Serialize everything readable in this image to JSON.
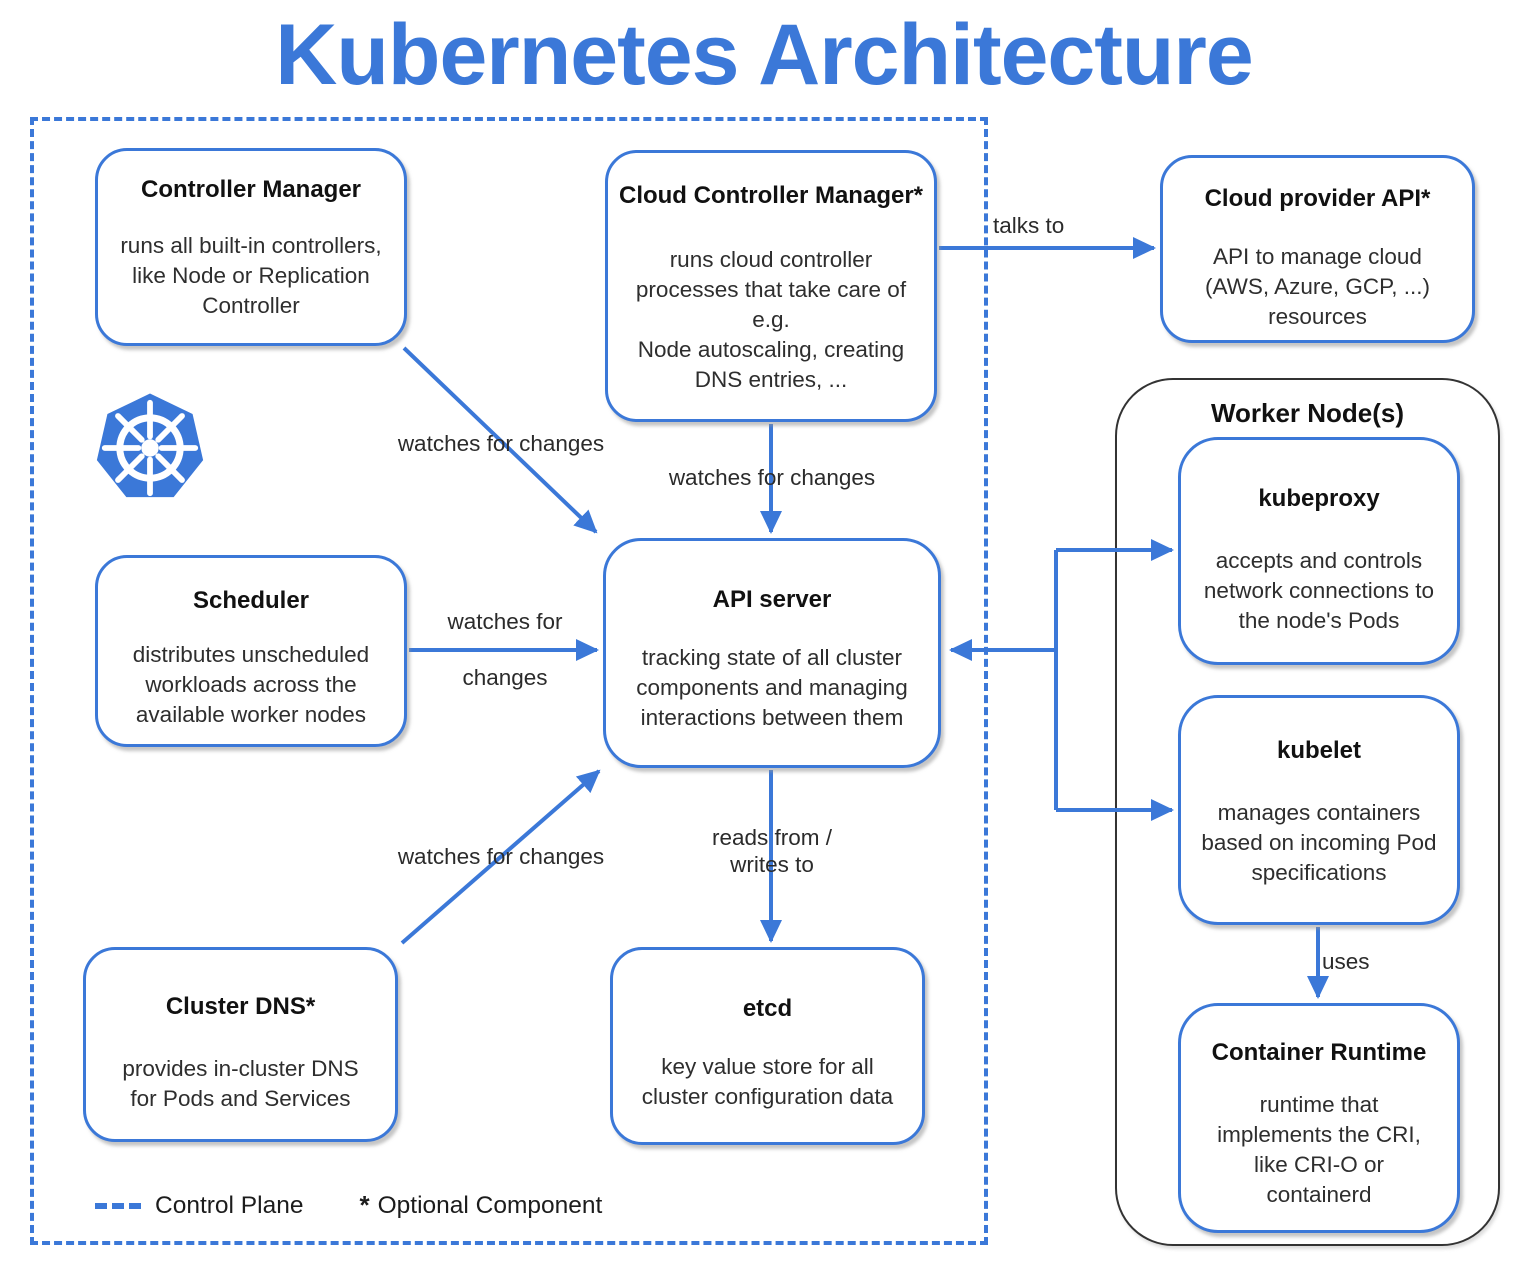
{
  "title": "Kubernetes Architecture",
  "colors": {
    "accent": "#3b78d8",
    "box_border": "#3b78d8",
    "worker_border": "#333333",
    "text": "#2e2e2e"
  },
  "icons": {
    "kubernetes_logo": "kubernetes-ship-wheel-heptagon"
  },
  "nodes": {
    "controller_manager": {
      "title": "Controller Manager",
      "body": "runs all built-in controllers,\nlike Node or Replication\nController"
    },
    "cloud_controller_manager": {
      "title": "Cloud Controller Manager*",
      "body": "runs cloud controller\nprocesses that take care of\ne.g.\nNode autoscaling, creating\nDNS entries, ..."
    },
    "cloud_provider_api": {
      "title": "Cloud provider API*",
      "body": "API to manage cloud\n(AWS, Azure, GCP, ...)\nresources"
    },
    "scheduler": {
      "title": "Scheduler",
      "body": "distributes unscheduled\nworkloads across the\navailable worker nodes"
    },
    "api_server": {
      "title": "API server",
      "body": "tracking state of all cluster\ncomponents and managing\ninteractions between them"
    },
    "cluster_dns": {
      "title": "Cluster DNS*",
      "body": "provides in-cluster DNS\nfor Pods and Services"
    },
    "etcd": {
      "title": "etcd",
      "body": "key value store for all\ncluster configuration data"
    },
    "kubeproxy": {
      "title": "kubeproxy",
      "body": "accepts and controls\nnetwork connections to\nthe node's Pods"
    },
    "kubelet": {
      "title": "kubelet",
      "body": "manages containers\nbased on incoming Pod\nspecifications"
    },
    "container_runtime": {
      "title": "Container Runtime",
      "body": "runtime that\nimplements the CRI,\nlike CRI-O or\ncontainerd"
    }
  },
  "worker": {
    "title": "Worker Node(s)"
  },
  "labels": {
    "watches_controller_manager": "watches for changes",
    "watches_cloud_controller_manager": "watches for changes",
    "talks_to": "talks to",
    "watches_scheduler_line1": "watches for",
    "watches_scheduler_line2": "changes",
    "watches_cluster_dns": "watches for changes",
    "reads_writes": "reads from /\nwrites to",
    "uses": "uses"
  },
  "legend": {
    "control_plane": "Control Plane",
    "optional_marker": "*",
    "optional_text": "Optional Component"
  }
}
